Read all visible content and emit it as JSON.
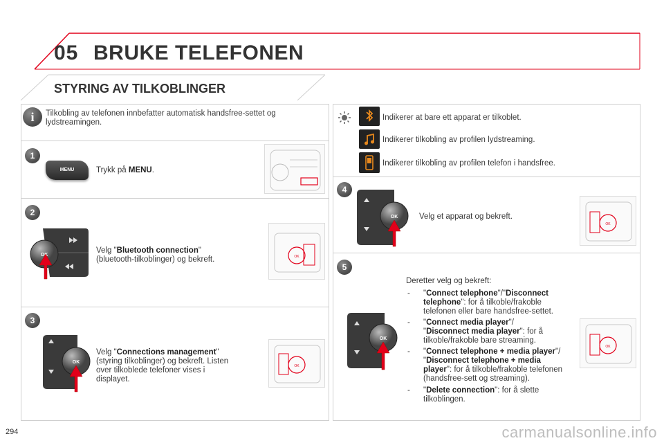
{
  "header": {
    "chapter": "05",
    "title": "BRUKE TELEFONEN"
  },
  "section": {
    "title": "STYRING AV TILKOBLINGER"
  },
  "info": {
    "text": "Tilkobling av telefonen innbefatter automatisk handsfree-settet og lydstreamingen."
  },
  "steps": {
    "s1": {
      "num": "1",
      "text_prefix": "Trykk på ",
      "text_bold": "MENU",
      "text_suffix": ".",
      "button_label": "MENU"
    },
    "s2": {
      "num": "2",
      "line1_prefix": "Velg \"",
      "line1_bold": "Bluetooth connection",
      "line1_suffix": "\"",
      "line2": "(bluetooth-tilkoblinger) og bekreft.",
      "ok_label": "OK"
    },
    "s3": {
      "num": "3",
      "line1_prefix": "Velg \"",
      "line1_bold": "Connections management",
      "line1_suffix": "\"",
      "line2": "(styring tilkoblinger) og bekreft. Listen",
      "line3": "over tilkoblede telefoner vises i",
      "line4": "displayet.",
      "ok_label": "OK"
    },
    "s4": {
      "num": "4",
      "text": "Velg et apparat og bekreft.",
      "ok_label": "OK"
    },
    "s5": {
      "num": "5",
      "ok_label": "OK"
    }
  },
  "indicators": [
    {
      "icon": "bluetooth-icon",
      "text": "Indikerer at bare ett apparat er tilkoblet."
    },
    {
      "icon": "music-note-icon",
      "text": "Indikerer tilkobling av profilen lydstreaming."
    },
    {
      "icon": "phone-icon",
      "text": "Indikerer tilkobling av profilen telefon i handsfree."
    }
  ],
  "step5_list": {
    "intro": "Deretter velg og bekreft:",
    "items": [
      {
        "dash": "-",
        "l1a": "\"",
        "l1b": "Connect telephone",
        "l1c": "\"/\"",
        "l1d": "Disconnect",
        "l2b": "telephone",
        "l2c": "\": for å tilkoble/frakoble",
        "l3": "telefonen eller bare handsfree-settet."
      },
      {
        "dash": "-",
        "l1a": "\"",
        "l1b": "Connect media player",
        "l1c": "\"/",
        "l2a": "\"",
        "l2b": "Disconnect media player",
        "l2c": "\": for å",
        "l3": "tilkoble/frakoble bare streaming."
      },
      {
        "dash": "-",
        "l1a": "\"",
        "l1b": "Connect telephone + media player",
        "l1c": "\"/",
        "l2a": "\"",
        "l2b": "Disconnect telephone + media",
        "l3b": "player",
        "l3c": "\": for å tilkoble/frakoble telefonen",
        "l4": "(handsfree-sett og streaming)."
      },
      {
        "dash": "-",
        "l1a": "\"",
        "l1b": "Delete connection",
        "l1c": "\": for å slette",
        "l2": "tilkoblingen."
      }
    ]
  },
  "page_number": "294",
  "watermark": "carmanualsonline.info",
  "colors": {
    "accent_red": "#e2001a",
    "border_grey": "#cfcfcf",
    "text": "#333333",
    "icon_orange": "#e8891d"
  }
}
